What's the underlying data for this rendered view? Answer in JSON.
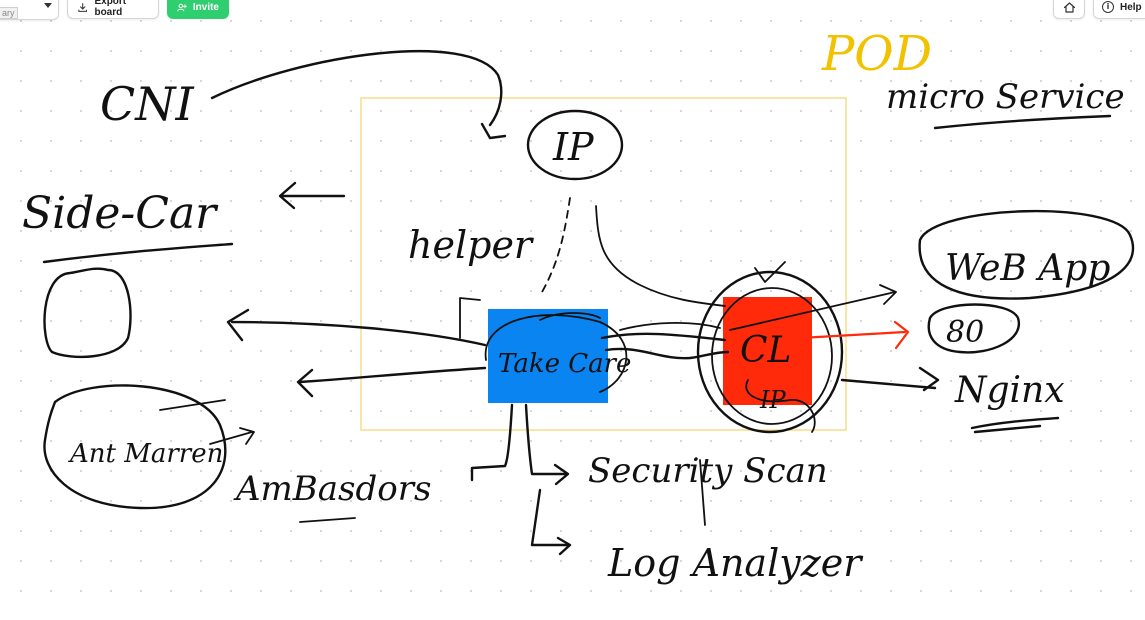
{
  "toolbar": {
    "library_label": "ary",
    "export_label": "Export board",
    "invite_label": "Invite",
    "help_label": "Help",
    "invite_color": "#2fcf6f"
  },
  "icons": {
    "export": "download-icon",
    "invite": "add-user-icon",
    "home": "home-icon",
    "help": "info-icon"
  },
  "whiteboard": {
    "labels": {
      "pod": "POD",
      "microservice": "micro Service",
      "cni": "CNI",
      "ip": "IP",
      "helper": "helper",
      "sidecar": "Side-Car",
      "webapp": "WeB App",
      "port": "80",
      "nginx": "Nginx",
      "main_container": "Take Care",
      "cl": "CL",
      "inner_ip": "IP",
      "ant_marren": "Ant Marren",
      "ambassadors": "AmBasdors",
      "security_scan": "Security Scan",
      "log_analyzer": "Log Analyzer"
    },
    "colors": {
      "pod_border": "#f5d46b",
      "pod_text": "#f2c200",
      "sidecar_box": "#0a84f0",
      "main_box": "#ff2a0a",
      "red_arrow": "#ff2a0a",
      "ink": "#111111"
    }
  }
}
